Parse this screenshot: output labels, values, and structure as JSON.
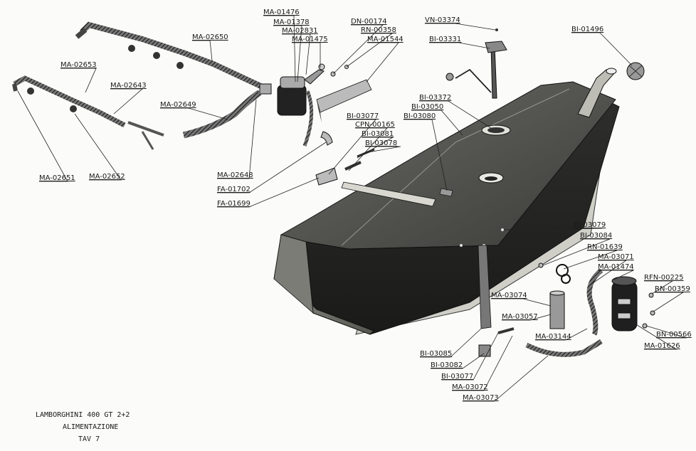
{
  "title_block": {
    "line1": "LAMBORGHINI 400 GT 2+2",
    "line2": "ALIMENTAZIONE",
    "line3": "TAV 7"
  },
  "parts": [
    {
      "code": "MA-02650"
    },
    {
      "code": "MA-02653"
    },
    {
      "code": "MA-02643"
    },
    {
      "code": "MA-02649"
    },
    {
      "code": "MA-02651"
    },
    {
      "code": "MA-02652"
    },
    {
      "code": "MA-02648"
    },
    {
      "code": "FA-01702"
    },
    {
      "code": "FA-01699"
    },
    {
      "code": "MA-01476"
    },
    {
      "code": "MA-01378"
    },
    {
      "code": "MA-02831"
    },
    {
      "code": "MA-01475"
    },
    {
      "code": "DN-00174"
    },
    {
      "code": "RN-00358"
    },
    {
      "code": "MA-01544"
    },
    {
      "code": "VN-03374"
    },
    {
      "code": "BI-03331"
    },
    {
      "code": "BI-01496"
    },
    {
      "code": "BI-03372"
    },
    {
      "code": "BI-03050"
    },
    {
      "code": "BI-03080"
    },
    {
      "code": "BI-03077"
    },
    {
      "code": "CPN-00165"
    },
    {
      "code": "BI-03081"
    },
    {
      "code": "BI-03078"
    },
    {
      "code": "BI-03079"
    },
    {
      "code": "BI-03084"
    },
    {
      "code": "RN-01639"
    },
    {
      "code": "MA-03071"
    },
    {
      "code": "MA-01474"
    },
    {
      "code": "RFN-00225"
    },
    {
      "code": "RN-00359"
    },
    {
      "code": "MA-03074"
    },
    {
      "code": "MA-03057"
    },
    {
      "code": "BN-00566"
    },
    {
      "code": "MA-03144"
    },
    {
      "code": "MA-01626"
    },
    {
      "code": "BI-03085"
    },
    {
      "code": "BI-03082"
    },
    {
      "code": "BI-03077"
    },
    {
      "code": "MA-03072"
    },
    {
      "code": "MA-03073"
    }
  ]
}
